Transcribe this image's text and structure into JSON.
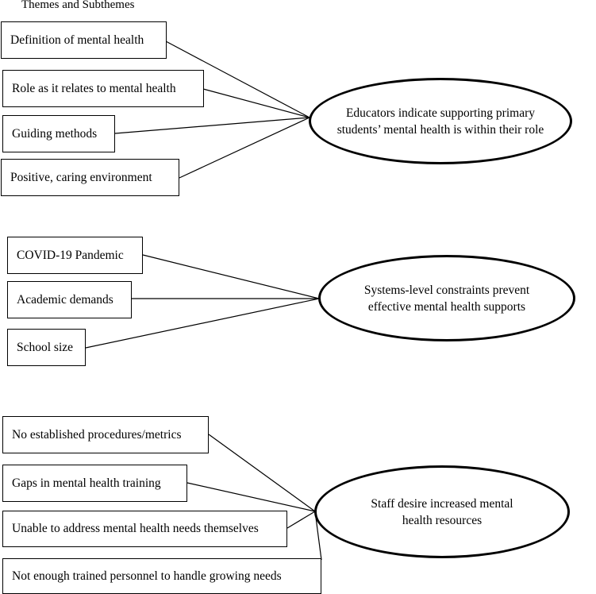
{
  "title": "Themes and Subthemes",
  "groups": [
    {
      "theme": "Educators indicate supporting primary students’ mental health is within their role",
      "subthemes": [
        "Definition of mental health",
        "Role as it relates to mental health",
        "Guiding methods",
        "Positive, caring environment"
      ]
    },
    {
      "theme": "Systems-level constraints prevent effective mental health supports",
      "subthemes": [
        "COVID-19 Pandemic",
        "Academic demands",
        "School size"
      ]
    },
    {
      "theme": "Staff desire increased mental health resources",
      "subthemes": [
        "No established procedures/metrics",
        "Gaps in mental health training",
        "Unable to address mental health needs themselves",
        "Not enough trained personnel to handle growing needs"
      ]
    }
  ]
}
